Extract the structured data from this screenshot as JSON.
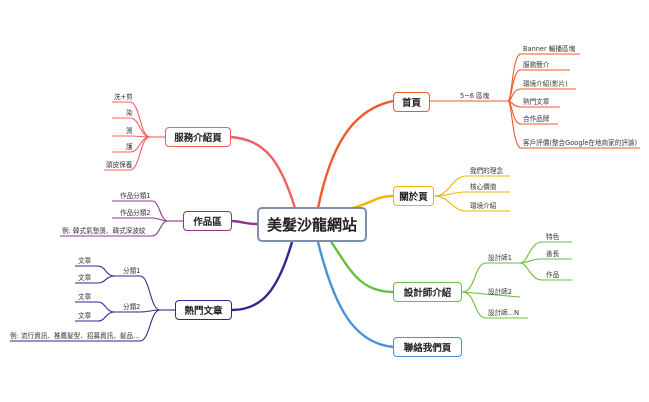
{
  "center": "美髮沙龍網站",
  "colors": {
    "home": "#f05a28",
    "about": "#f0b400",
    "designer": "#6abf3c",
    "contact": "#4a90d9",
    "service": "#f06060",
    "works": "#8a3a8c",
    "articles": "#2d2a8f"
  },
  "branches": {
    "home": {
      "title": "首頁",
      "section_label": "5~6 區塊",
      "items": [
        "Banner 輪播區塊",
        "服務簡介",
        "環境介紹(影片)",
        "熱門文章",
        "合作品牌",
        "客戶評價(整合Google在地商家的評論)"
      ]
    },
    "about": {
      "title": "關於頁",
      "items": [
        "我們的理念",
        "核心價值",
        "環境介紹"
      ]
    },
    "designer": {
      "title": "設計師介紹",
      "designers": [
        "設計師1",
        "設計師2",
        "設計師...N"
      ],
      "designer1_items": [
        "特色",
        "善長",
        "作品"
      ]
    },
    "contact": {
      "title": "聯絡我們頁"
    },
    "service": {
      "title": "服務介紹頁",
      "items": [
        "洗+剪",
        "染",
        "燙",
        "護",
        "頭皮保養"
      ]
    },
    "works": {
      "title": "作品區",
      "items": [
        "作品分類1",
        "作品分類2",
        "例: 韓式氣墊燙、韓式深波紋"
      ]
    },
    "articles": {
      "title": "熱門文章",
      "categories": [
        "分類1",
        "分類2"
      ],
      "article_label": "文章",
      "example": "例: 流行資訊、推薦髮型、招募資訊、髮品..."
    }
  }
}
